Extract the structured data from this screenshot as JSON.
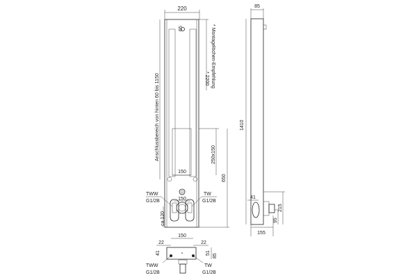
{
  "front_view": {
    "width_dim": "220",
    "top_offset_dim": "65",
    "mount_height_dim": "* 2200",
    "mount_note": "* Montagelöchen-Empfehlung",
    "connection_range": "Anschlussbereich von hinten  60 bis 1150",
    "opening_dim": "250x150",
    "opening_height_dim": "650",
    "inner_width_dim": "150",
    "fitting_spacing_dim": "150",
    "left_connection": {
      "label": "TWW",
      "thread": "G1/2B"
    },
    "right_connection": {
      "label": "TW",
      "thread": "G1/2B"
    },
    "bottom_dim": "ca.120"
  },
  "side_view": {
    "depth_dim": "85",
    "height_dim": "1410",
    "fitting_offset_dim": "41",
    "fitting_height_dim": "215",
    "fitting_center_dim": "95",
    "total_depth_dim": "155"
  },
  "bottom_view": {
    "spacing_dim": "150",
    "left_offset_dim": "22",
    "right_offset_dim": "22",
    "left_depth_dim": "41",
    "right_depth_dim": "51",
    "total_depth_dim": "85",
    "left_connection": {
      "label": "TWW",
      "thread": "G1/2B"
    },
    "right_connection": {
      "label": "TW",
      "thread": "G1/2B"
    }
  }
}
